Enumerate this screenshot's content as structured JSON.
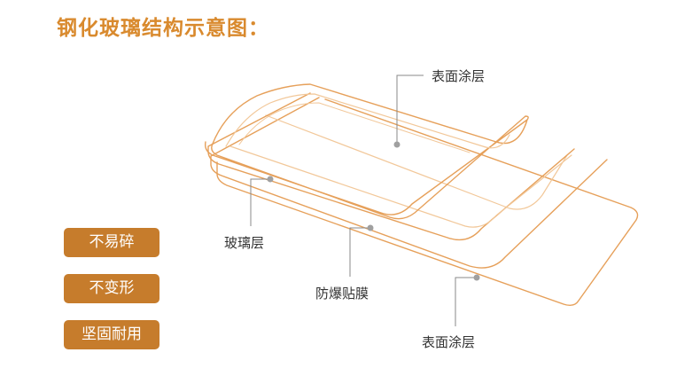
{
  "title": "钢化玻璃结构示意图：",
  "labels": {
    "surface_coating_top": "表面涂层",
    "glass_layer": "玻璃层",
    "explosion_proof_film": "防爆贴膜",
    "surface_coating_bottom": "表面涂层"
  },
  "features": [
    "不易碎",
    "不变形",
    "坚固耐用"
  ],
  "colors": {
    "title": "#d98a2e",
    "outline_primary": "#e6a05a",
    "outline_secondary": "#f2c89a",
    "badge_bg": "#c67c2c",
    "leader_line": "#8a8a8a",
    "marker": "#a0a0a0",
    "label_text": "#333333"
  }
}
